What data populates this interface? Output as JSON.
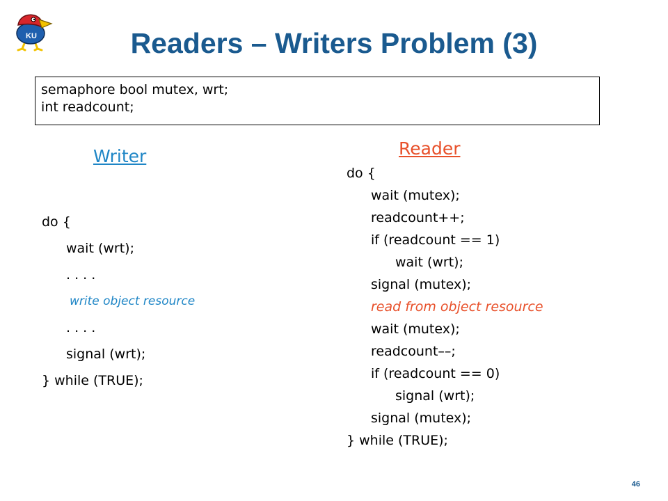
{
  "title": "Readers – Writers Problem (3)",
  "declarations": [
    "semaphore bool mutex, wrt;",
    "int readcount;"
  ],
  "writer": {
    "heading": "Writer",
    "lines": [
      "do {",
      "wait (wrt);",
      ". . . .",
      "write object resource",
      ". . . .",
      "signal (wrt);",
      "} while (TRUE);"
    ]
  },
  "reader": {
    "heading": "Reader",
    "lines": [
      "do {",
      "wait (mutex);",
      "readcount++;",
      "if (readcount == 1)",
      "wait (wrt);",
      "signal (mutex);",
      "read from object resource",
      "wait (mutex);",
      "readcount––;",
      "if (readcount == 0)",
      "signal (wrt);",
      "signal (mutex);",
      "} while (TRUE);"
    ]
  },
  "page_number": "46",
  "colors": {
    "title": "#1a5a8f",
    "writer_accent": "#1f86c6",
    "reader_accent": "#e8502a"
  },
  "logo": {
    "icon": "jayhawk-mascot-icon",
    "text": "KU"
  }
}
